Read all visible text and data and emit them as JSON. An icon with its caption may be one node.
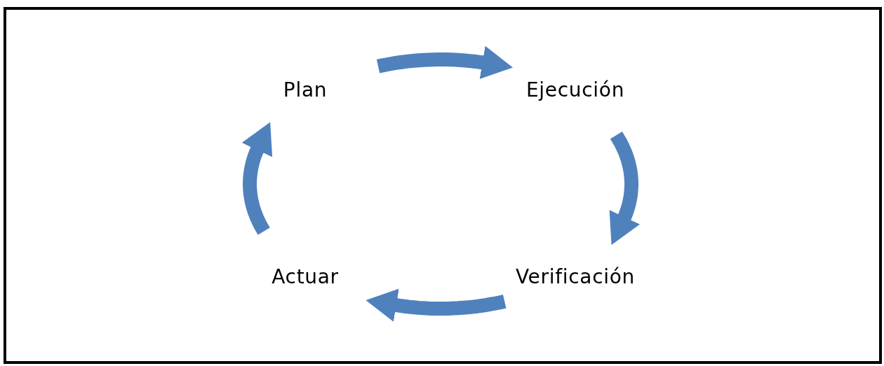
{
  "diagram": {
    "nodes": [
      {
        "text": [
          "Plan"
        ]
      },
      {
        "text": [
          "Ejecución"
        ]
      },
      {
        "text": [
          "Verificación"
        ]
      },
      {
        "text": [
          "Actuar"
        ]
      }
    ],
    "edges": [
      {
        "from": 0,
        "to": 1,
        "arrow": "to"
      },
      {
        "from": 1,
        "to": 2,
        "arrow": "to"
      },
      {
        "from": 2,
        "to": 3,
        "arrow": "to"
      },
      {
        "from": 3,
        "to": 0,
        "arrow": "to"
      }
    ]
  }
}
